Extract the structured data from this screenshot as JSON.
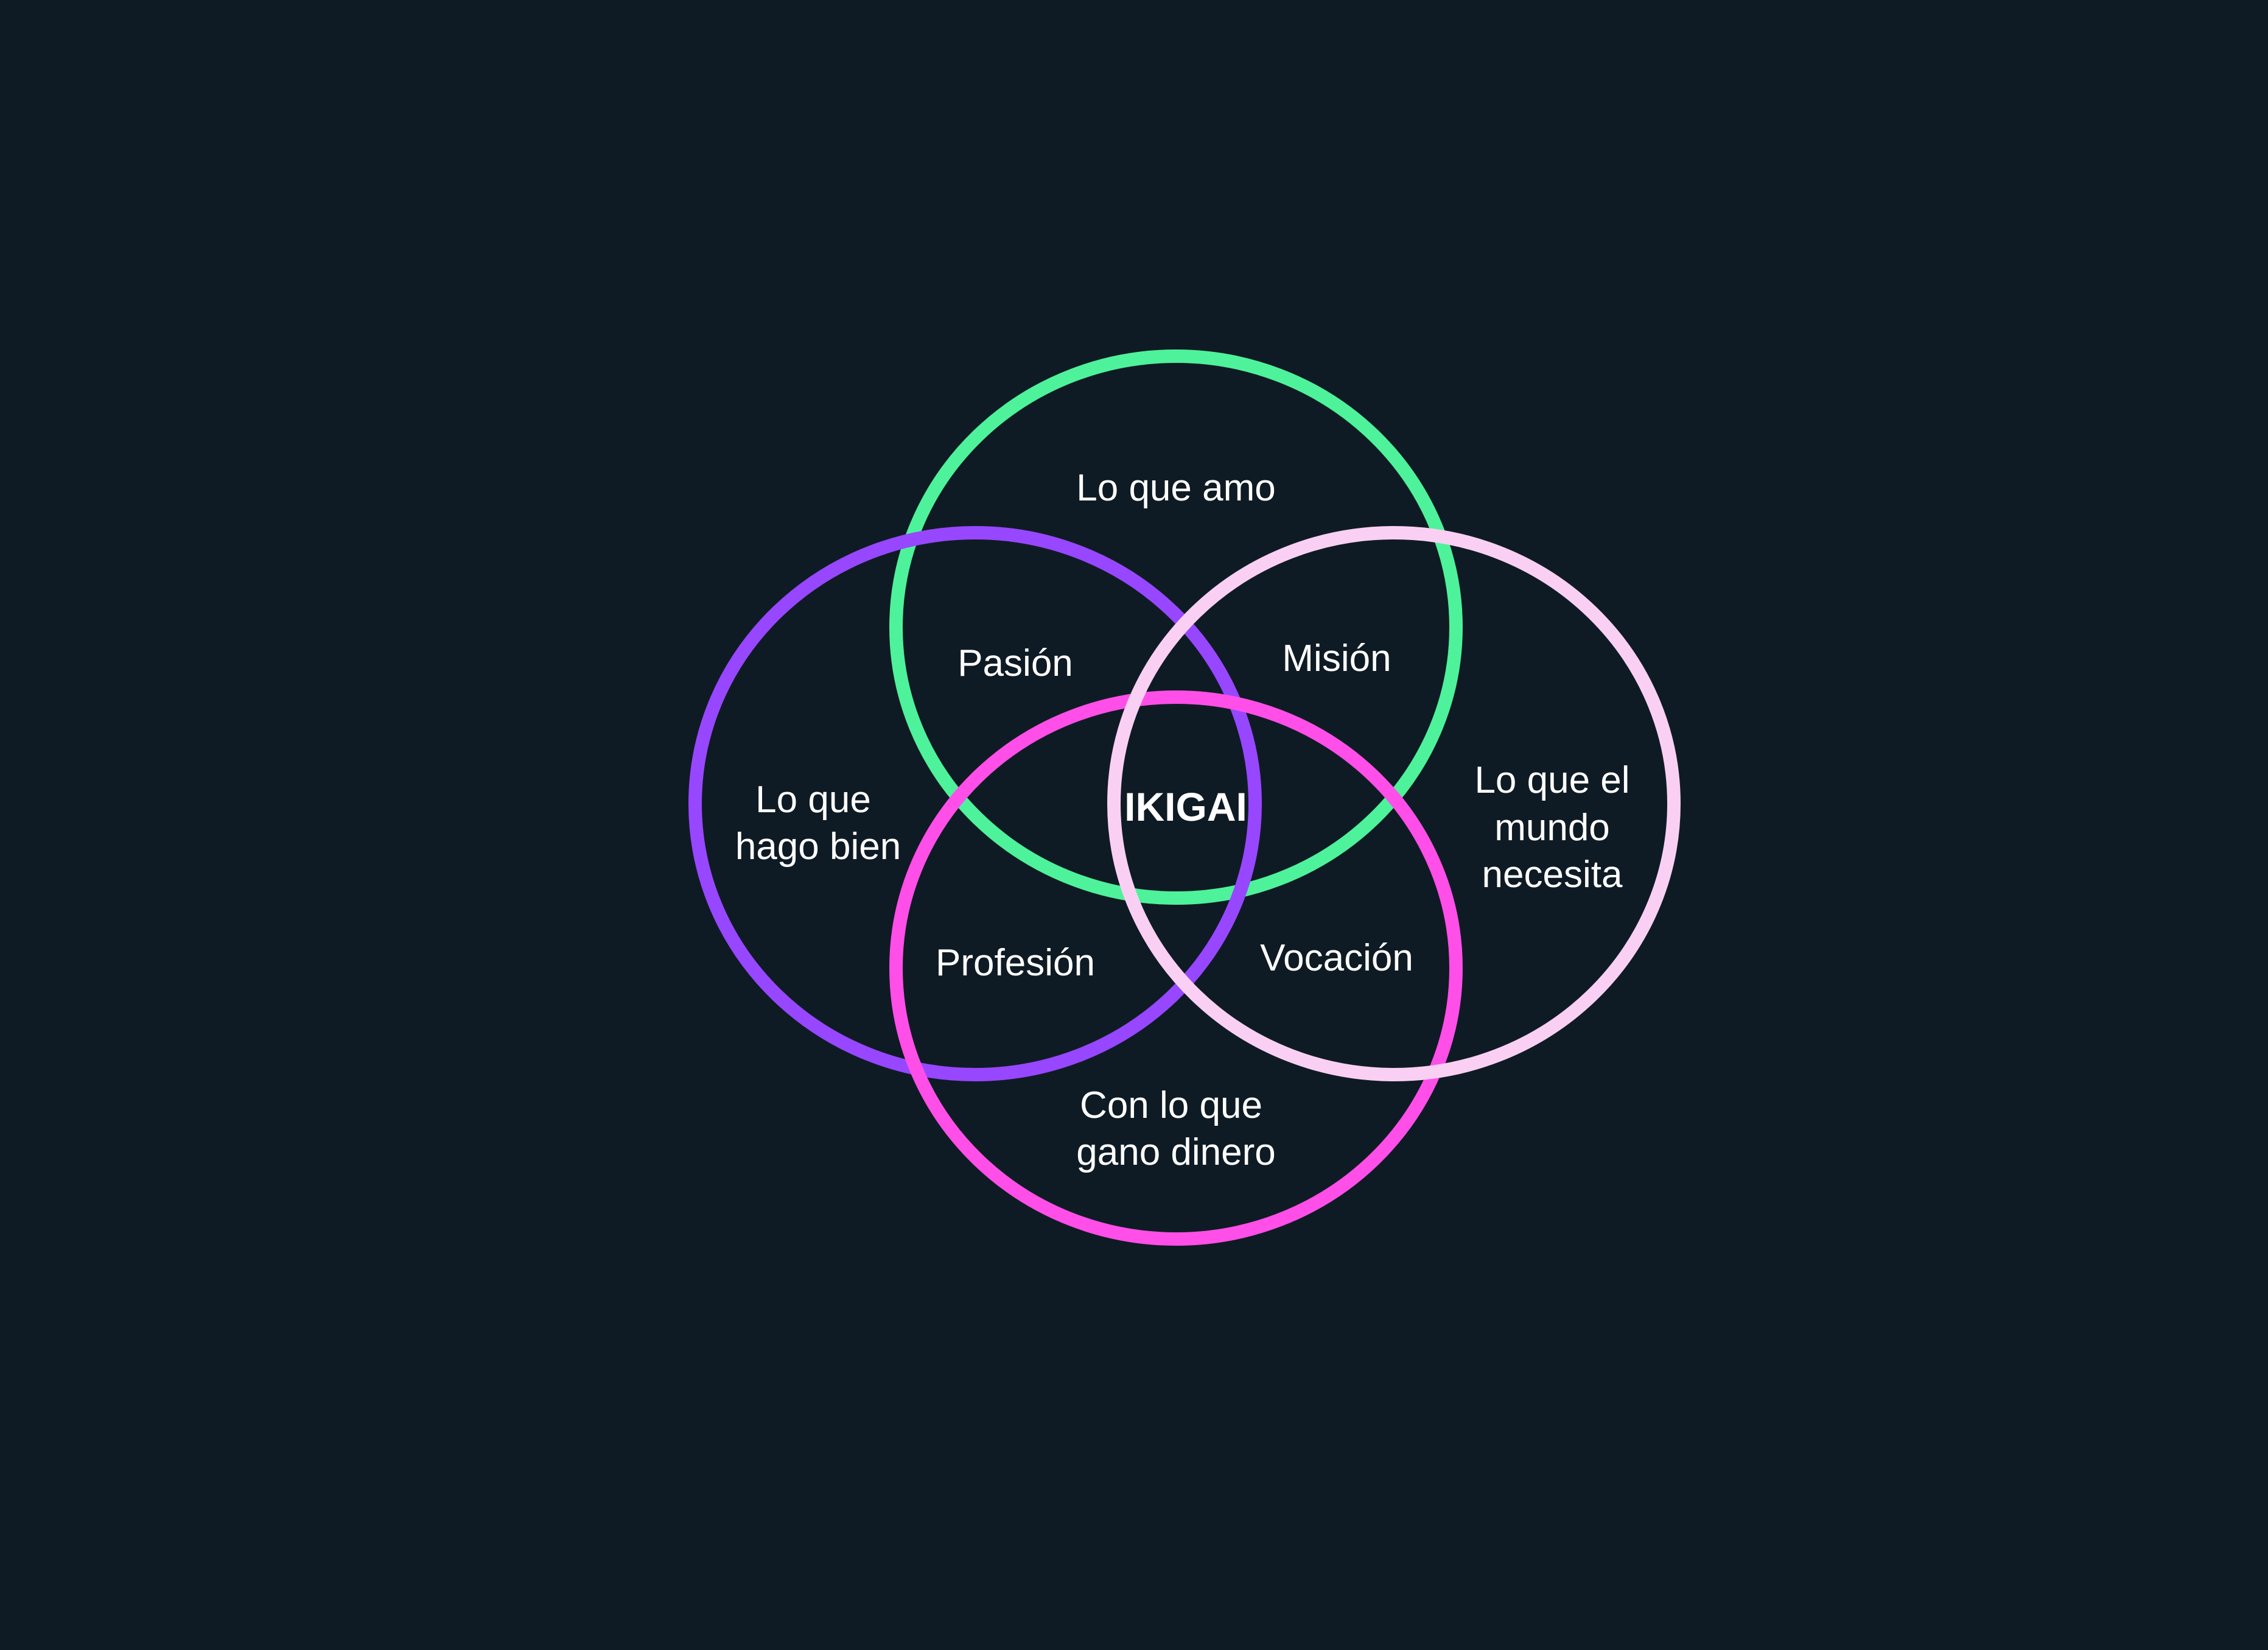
{
  "diagram": {
    "circles": {
      "love": {
        "color": "#4ef29a"
      },
      "good_at": {
        "color": "#9747ff"
      },
      "paid": {
        "color": "#ff4fe8"
      },
      "world_needs": {
        "color": "#f9d0f3"
      }
    },
    "labels": {
      "love": "Lo que amo",
      "passion": "Pasión",
      "mission": "Misión",
      "good_at_line1": "Lo que",
      "good_at_line2": "hago bien",
      "center": "IKIGAI",
      "world_line1": "Lo que el",
      "world_line2": "mundo",
      "world_line3": "necesita",
      "profession": "Profesión",
      "vocation": "Vocación",
      "paid_line1": "Con lo que",
      "paid_line2": "gano dinero"
    }
  }
}
